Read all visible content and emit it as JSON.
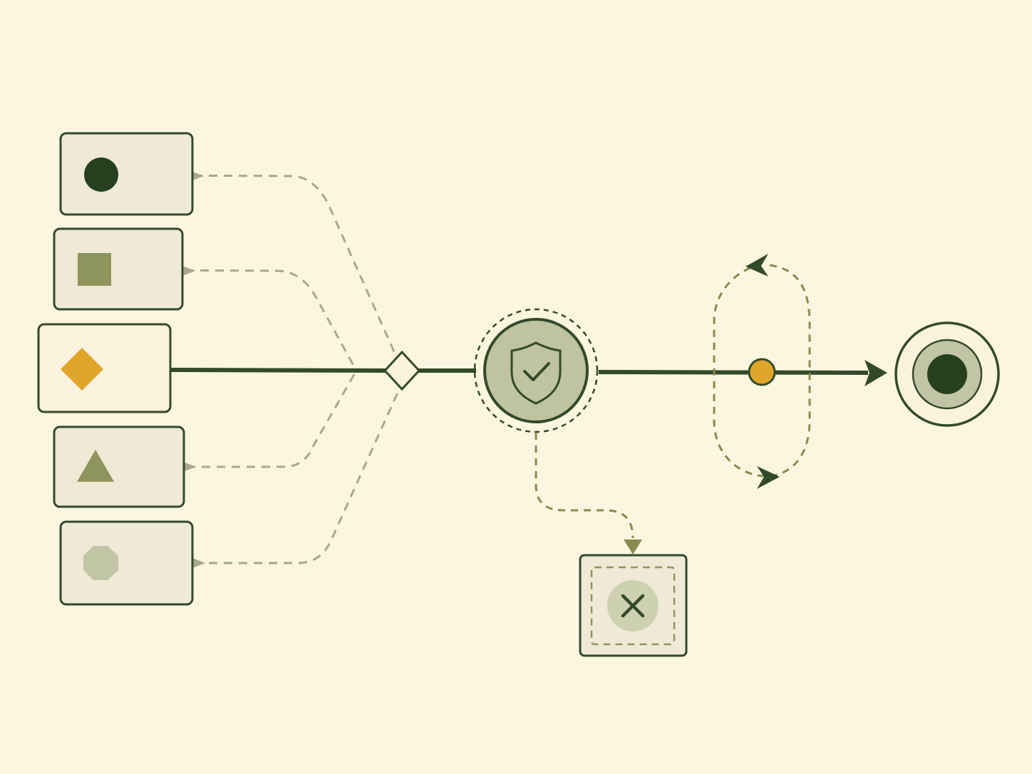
{
  "colors": {
    "background": "#fcf5e0",
    "dark_green": "#334a2a",
    "olive": "#8e955c",
    "sage": "#bfc3a0",
    "sage_light": "#cdd1b2",
    "mustard": "#e0a62a",
    "card_fill": "#efe9d6",
    "dashed_gray": "#a9a78d",
    "dashed_olive": "#8a8a4e"
  },
  "inputs": [
    {
      "id": "circle",
      "shape": "circle",
      "color": "#26401f"
    },
    {
      "id": "square",
      "shape": "square",
      "color": "#8e955c"
    },
    {
      "id": "diamond",
      "shape": "diamond",
      "color": "#e0a62a",
      "active": true
    },
    {
      "id": "triangle",
      "shape": "triangle",
      "color": "#8e955c"
    },
    {
      "id": "octagon",
      "shape": "octagon",
      "color": "#c2c4a6"
    }
  ],
  "icons": {
    "merge": "diamond-merge-icon",
    "validator": "shield-check-icon",
    "rejected": "close-x-icon",
    "loop": "loop-arrows-icon",
    "token": "token-dot-icon",
    "output": "target-end-icon"
  }
}
